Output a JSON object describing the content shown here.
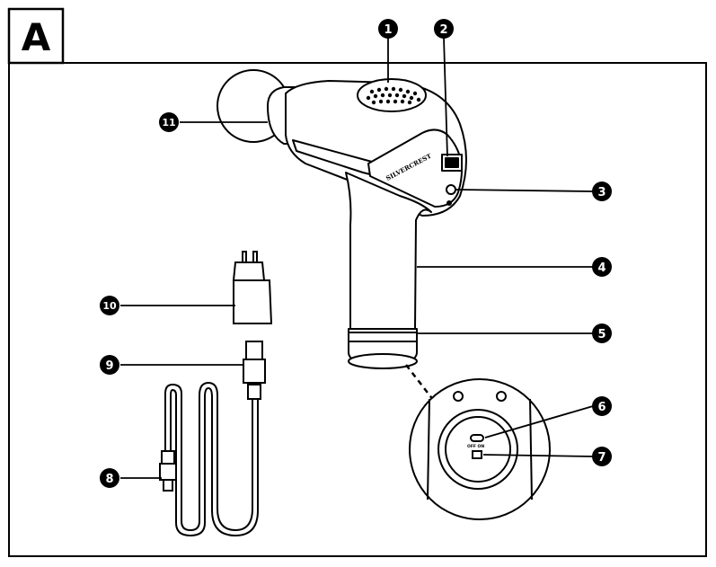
{
  "figure": {
    "panel_label": "A",
    "brand_text": "SILVERCREST",
    "switch_text": "OFF ON"
  },
  "callouts": [
    "1",
    "2",
    "3",
    "4",
    "5",
    "6",
    "7",
    "8",
    "9",
    "10",
    "11"
  ]
}
